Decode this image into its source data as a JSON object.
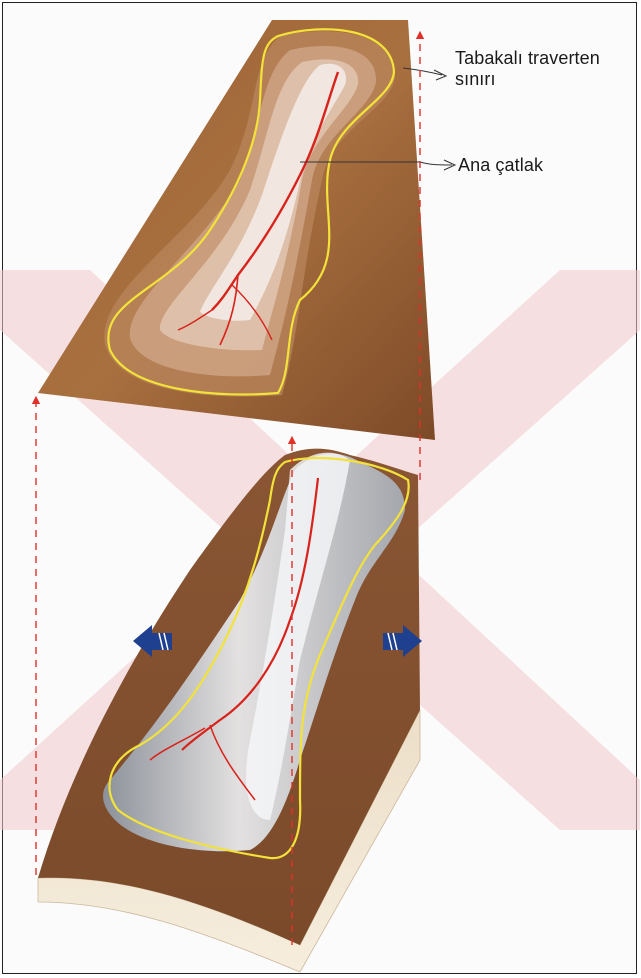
{
  "labels": {
    "traverten_line1": "Tabakalı traverten",
    "traverten_line2": "sınırı",
    "catlak": "Ana çatlak"
  },
  "colors": {
    "terrain_brown": "#8a5530",
    "boundary_yellow": "#f2e23a",
    "fissure_red": "#d8231c",
    "projection_red": "#e0302a",
    "arrow_blue": "#1f3f8f",
    "watermark": "#f3c9cc"
  },
  "icons": {
    "extension_left": "arrow-left-icon",
    "extension_right": "arrow-right-icon"
  }
}
